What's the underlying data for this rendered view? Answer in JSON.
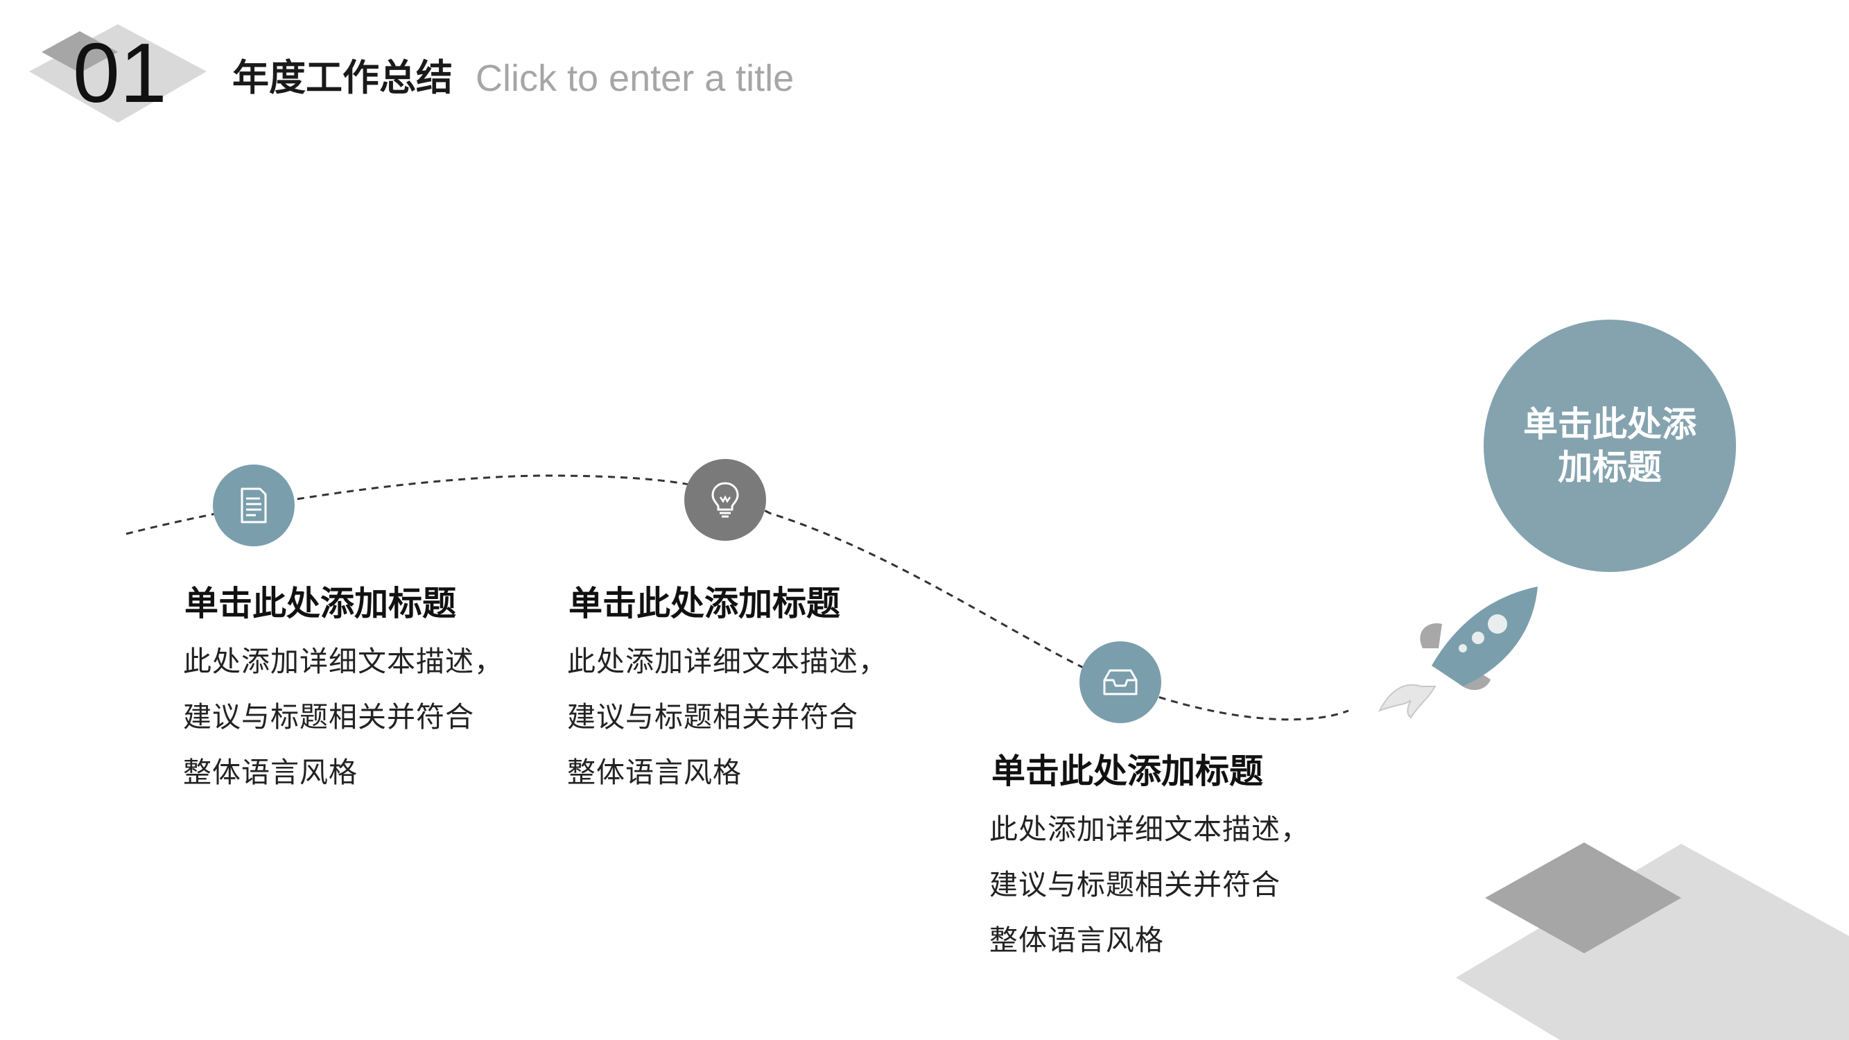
{
  "header": {
    "number": "01",
    "title": "年度工作总结",
    "subtitle": "Click to enter a title"
  },
  "colors": {
    "accent_blue": "#7a9eac",
    "accent_gray": "#7a7a7a",
    "decor_light": "#d9d9d9",
    "decor_dark": "#a6a6a6"
  },
  "steps": [
    {
      "icon": "document-icon",
      "heading": "单击此处添加标题",
      "desc_lines": [
        "此处添加详细文本描述，",
        "建议与标题相关并符合",
        "整体语言风格"
      ]
    },
    {
      "icon": "lightbulb-icon",
      "heading": "单击此处添加标题",
      "desc_lines": [
        "此处添加详细文本描述，",
        "建议与标题相关并符合",
        "整体语言风格"
      ]
    },
    {
      "icon": "inbox-icon",
      "heading": "单击此处添加标题",
      "desc_lines": [
        "此处添加详细文本描述，",
        "建议与标题相关并符合",
        "整体语言风格"
      ]
    }
  ],
  "goal": {
    "label_line1": "单击此处添",
    "label_line2": "加标题",
    "icon": "rocket-icon"
  }
}
